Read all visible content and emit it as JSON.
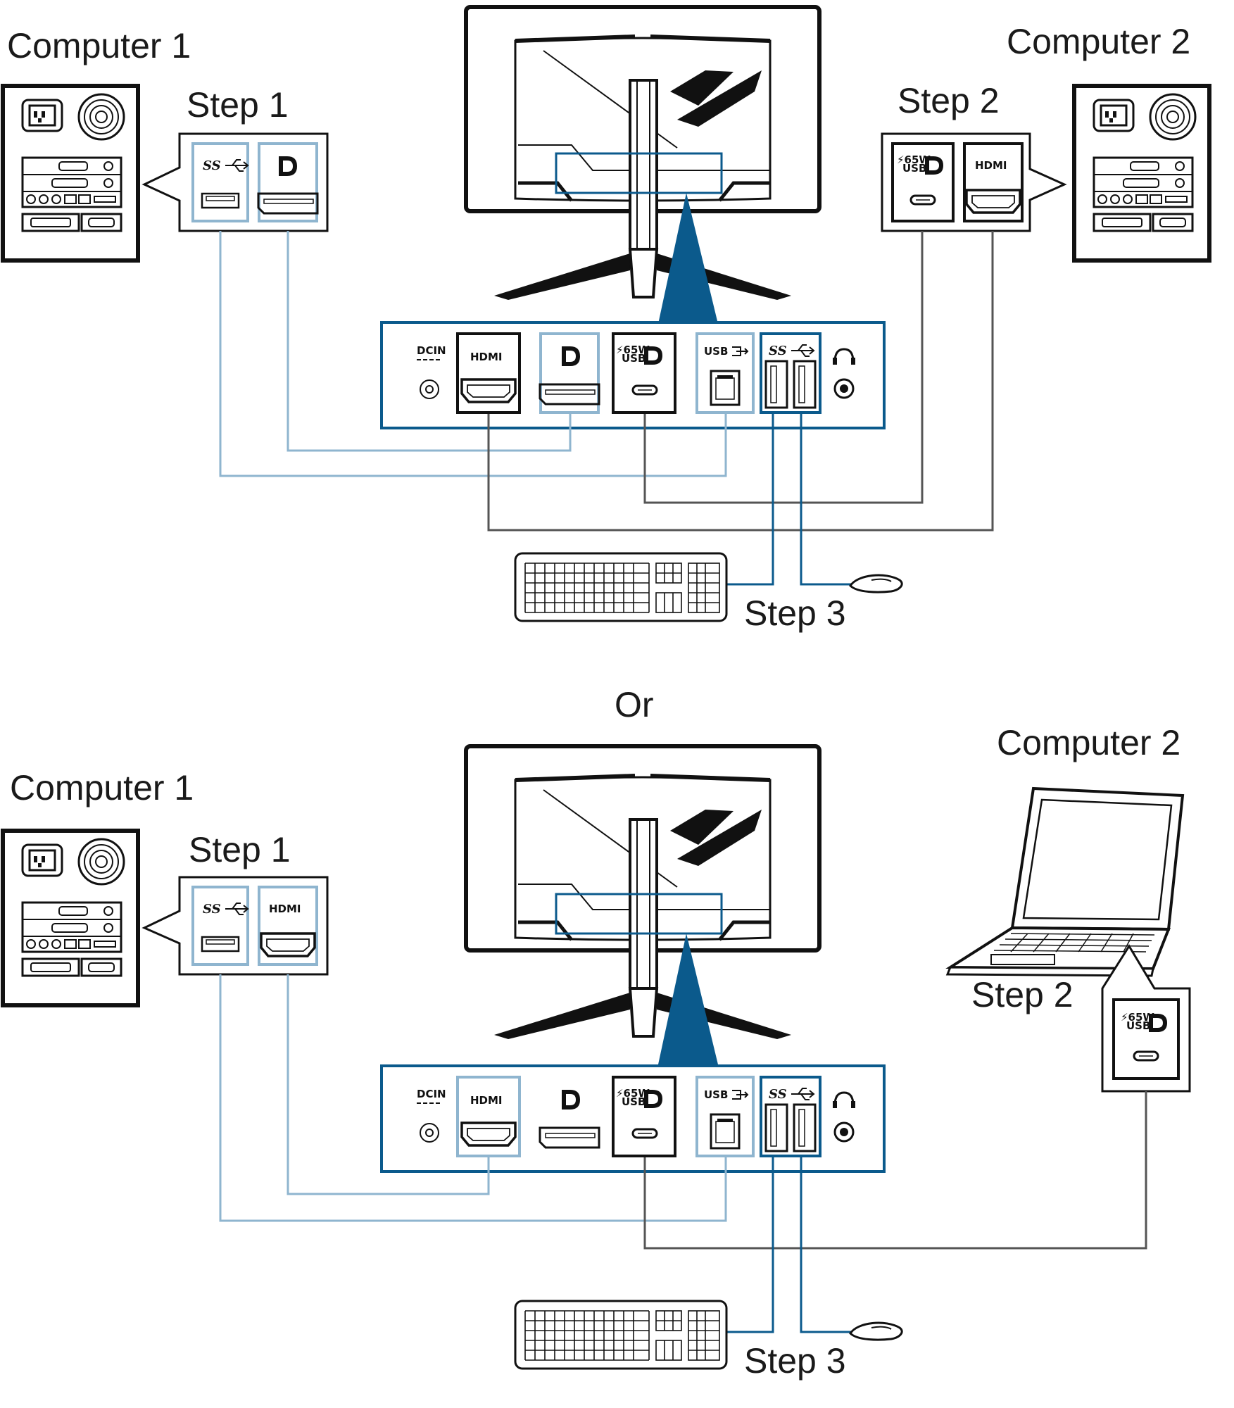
{
  "colors": {
    "accent": "#0b5a8c",
    "light_cable": "#8fb5cf",
    "dark_cable": "#555555",
    "outline": "#111111"
  },
  "icons": [
    "usb-superspeed-icon",
    "displayport-icon",
    "hdmi-icon",
    "usb-c-icon",
    "usb-b-icon",
    "headphone-icon",
    "dc-in-icon",
    "keyboard-icon",
    "mouse-icon",
    "desktop-computer-icon",
    "laptop-icon",
    "monitor-icon"
  ],
  "separator": "Or",
  "top": {
    "computer1": "Computer 1",
    "computer2": "Computer 2",
    "step1": "Step 1",
    "step2": "Step 2",
    "step3": "Step 3",
    "step1_ports": [
      "USB 3 (SS)",
      "DP"
    ],
    "step2_ports": [
      "65W USB-C DP",
      "HDMI"
    ]
  },
  "bottom": {
    "computer1": "Computer 1",
    "computer2": "Computer 2",
    "step1": "Step 1",
    "step2": "Step 2",
    "step3": "Step 3",
    "step1_ports": [
      "USB 3 (SS)",
      "HDMI"
    ],
    "step2_ports": [
      "65W USB-C DP"
    ]
  },
  "port_labels": {
    "dcin": "DCIN",
    "hdmi": "HDMI",
    "usb": "USB",
    "ss": "SS",
    "w65": "65W",
    "usb_small": "USB",
    "dp": "D"
  }
}
